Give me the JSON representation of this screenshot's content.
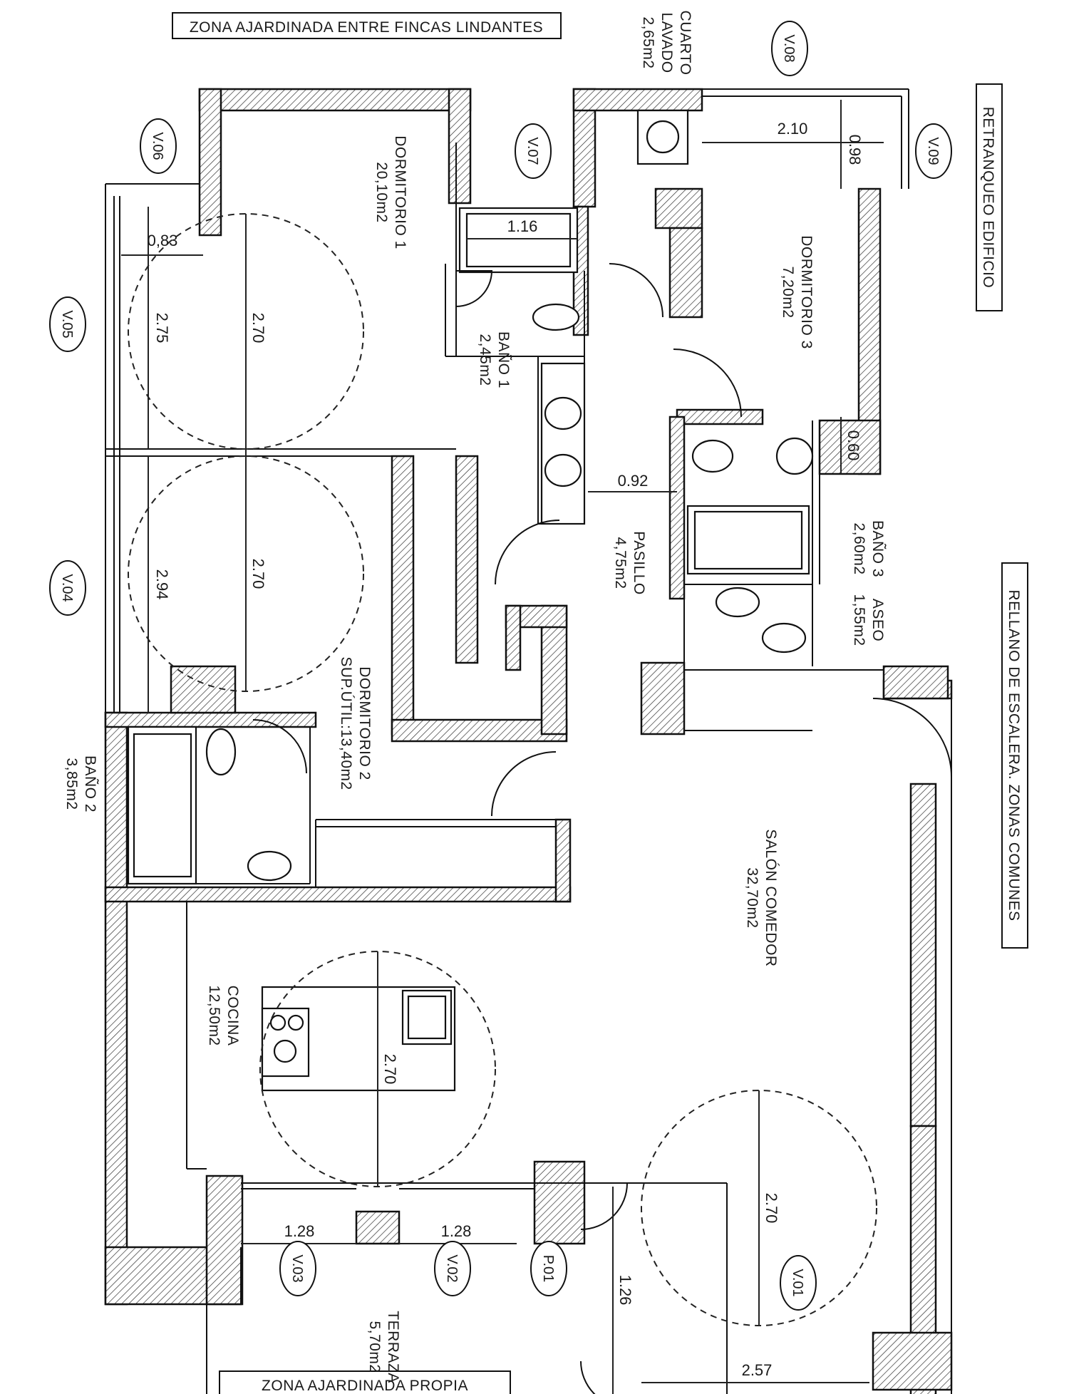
{
  "labels": {
    "top_zone": "ZONA AJARDINADA ENTRE FINCAS LINDANTES",
    "bottom_zone": "ZONA AJARDINADA PROPIA",
    "retranqueo": "RETRANQUEO EDIFICIO",
    "rellano": "RELLANO DE ESCALERA. ZONAS COMUNES"
  },
  "rooms": {
    "dorm1": {
      "name": "DORMITORIO 1",
      "area": "20,10m2"
    },
    "dorm2": {
      "name": "DORMITORIO 2",
      "area": "SUP.ÚTIL:13,40m2"
    },
    "dorm3": {
      "name": "DORMITORIO 3",
      "area": "7,20m2"
    },
    "bano1": {
      "name": "BAÑO 1",
      "area": "2,45m2"
    },
    "bano2": {
      "name": "BAÑO 2",
      "area": "3,85m2"
    },
    "bano3": {
      "name": "BAÑO 3",
      "area": "2,60m2"
    },
    "aseo": {
      "name": "ASEO",
      "area": "1,55m2"
    },
    "lavado_1": "CUARTO",
    "lavado_2": "LAVADO",
    "lavado_3": "2,65m2",
    "pasillo": {
      "name": "PASILLO",
      "area": "4,75m2"
    },
    "cocina": {
      "name": "COCINA",
      "area": "12,50m2"
    },
    "salon": {
      "name": "SALÓN COMEDOR",
      "area": "32,70m2"
    },
    "terraza": {
      "name": "TERRAZA",
      "area": "5,70m2"
    }
  },
  "windows": {
    "v01": "V.01",
    "v02": "V.02",
    "v03": "V.03",
    "v04": "V.04",
    "v05": "V.05",
    "v06": "V.06",
    "v07": "V.07",
    "v08": "V.08",
    "v09": "V.09",
    "p01": "P.01"
  },
  "dimensions": {
    "d_083": "0,83",
    "d_275": "2.75",
    "d_270_a": "2.70",
    "d_294": "2.94",
    "d_270_b": "2.70",
    "d_116": "1.16",
    "d_210": "2.10",
    "d_098": "0.98",
    "d_092": "0.92",
    "d_060": "0.60",
    "d_270_c": "2.70",
    "d_270_d": "2.70",
    "d_128_a": "1.28",
    "d_128_b": "1.28",
    "d_126": "1.26",
    "d_257": "2.57"
  }
}
